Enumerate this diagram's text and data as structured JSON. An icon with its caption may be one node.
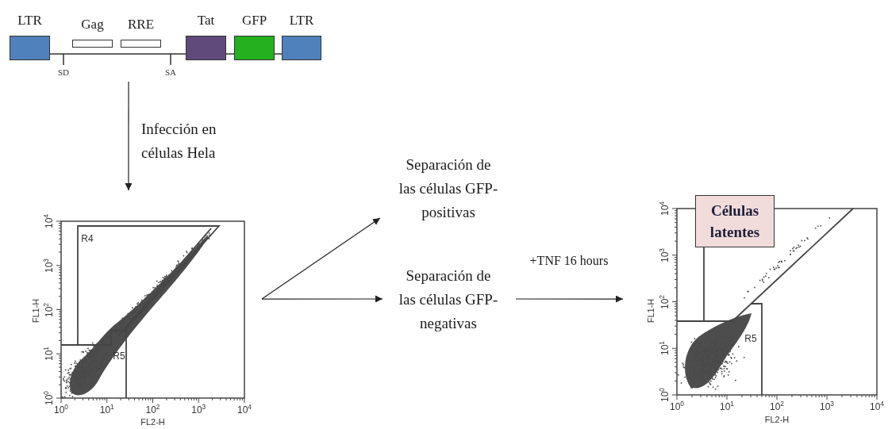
{
  "diagram": {
    "nodes": [
      {
        "text": [],
        "shape": "picture"
      },
      {
        "text": [
          "LTR"
        ],
        "in": 0
      },
      {
        "text": [
          "Gag"
        ],
        "in": 0
      },
      {
        "text": [
          "RRE"
        ],
        "in": 0
      },
      {
        "text": [
          "Tat"
        ],
        "in": 0
      },
      {
        "text": [
          "GFP"
        ],
        "in": 0
      },
      {
        "text": [
          "LTR"
        ],
        "in": 0
      },
      {
        "text": [],
        "shape": "picture"
      },
      {
        "text": [
          "Separación de las células GFP-positivas"
        ]
      },
      {
        "text": [
          "Separación de las células GFP-negativas"
        ]
      },
      {
        "text": [],
        "shape": "picture"
      },
      {
        "text": [
          "Células latentes"
        ]
      }
    ],
    "edges": [
      {
        "from": 0,
        "to": 7,
        "arrow": "to",
        "label": "Infección en células Hela"
      },
      {
        "from": 7,
        "to": 8,
        "arrow": "to"
      },
      {
        "from": 7,
        "to": 9,
        "arrow": "to"
      },
      {
        "from": 9,
        "to": 10,
        "arrow": "to",
        "label": "+TNF 16 hours"
      }
    ],
    "labels": [
      "SD",
      "SA",
      "R4",
      "R5",
      "10$^{4}$",
      "10$^{3}$",
      "10$^{2}$",
      "10$^{1}$",
      "10$^{0}$",
      "FL1-H",
      "10$^{0}$",
      "10$^{1}$",
      "10$^{2}$",
      "10$^{3}$",
      "10$^{4}$",
      "FL2-H",
      "R5",
      "10$^{4}$",
      "10$^{3}$",
      "10$^{2}$",
      "10$^{1}$",
      "10$^{0}$",
      "FL1-H",
      "10$^{0}$",
      "10$^{1}$",
      "10$^{2}$",
      "10$^{3}$",
      "10$^{4}$",
      "FL2-H"
    ]
  }
}
